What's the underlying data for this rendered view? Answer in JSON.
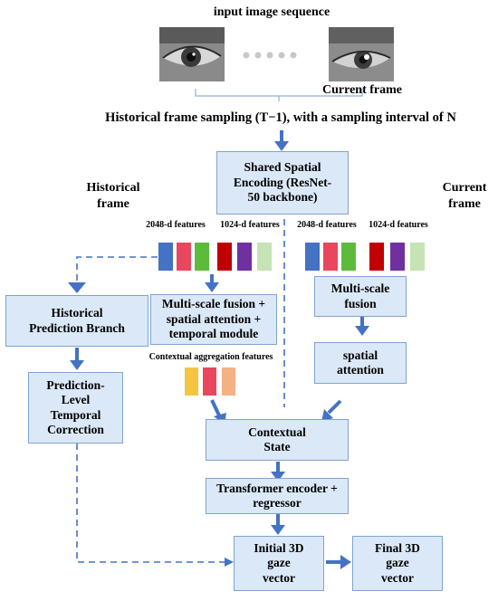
{
  "top": {
    "title": "input image sequence",
    "current_frame": "Current frame",
    "sampling": "Historical frame sampling (T−1), with a sampling interval of N"
  },
  "boxes": {
    "shared_encoding": "Shared Spatial\nEncoding (ResNet-\n50 backbone)",
    "historical_branch": "Historical\nPrediction Branch",
    "multi_scale_attention": "Multi-scale fusion +\nspatial attention +\ntemporal module",
    "correction": "Prediction-\nLevel\nTemporal\nCorrection",
    "current_fusion": "Multi-scale\nfusion",
    "current_attention": "spatial\nattention",
    "contextual_state": "Contextual\nState",
    "transformer": "Transformer encoder +\nregressor",
    "initial_gaze": "Initial 3D\ngaze\nvector",
    "final_gaze": "Final 3D\ngaze\nvector"
  },
  "labels": {
    "historical_frame": "Historical\nframe",
    "current_frame_side": "Current\nframe",
    "feat_2048_left": "2048-d features",
    "feat_1024_left": "1024-d features",
    "feat_2048_right": "2048-d features",
    "feat_1024_right": "1024-d features",
    "contextual_aggregation": "Contextual aggregation features"
  },
  "colors": {
    "box_fill": "#dbe8f7",
    "box_border": "#7fa4cf",
    "arrow": "#4472c4",
    "feature_colors": [
      "#4472c4",
      "#e8475d",
      "#5dbb3c",
      "#c00000",
      "#7030a0",
      "#c6e3b5"
    ],
    "aggregation_colors": [
      "#f5c542",
      "#e8475d",
      "#f4b183"
    ]
  }
}
